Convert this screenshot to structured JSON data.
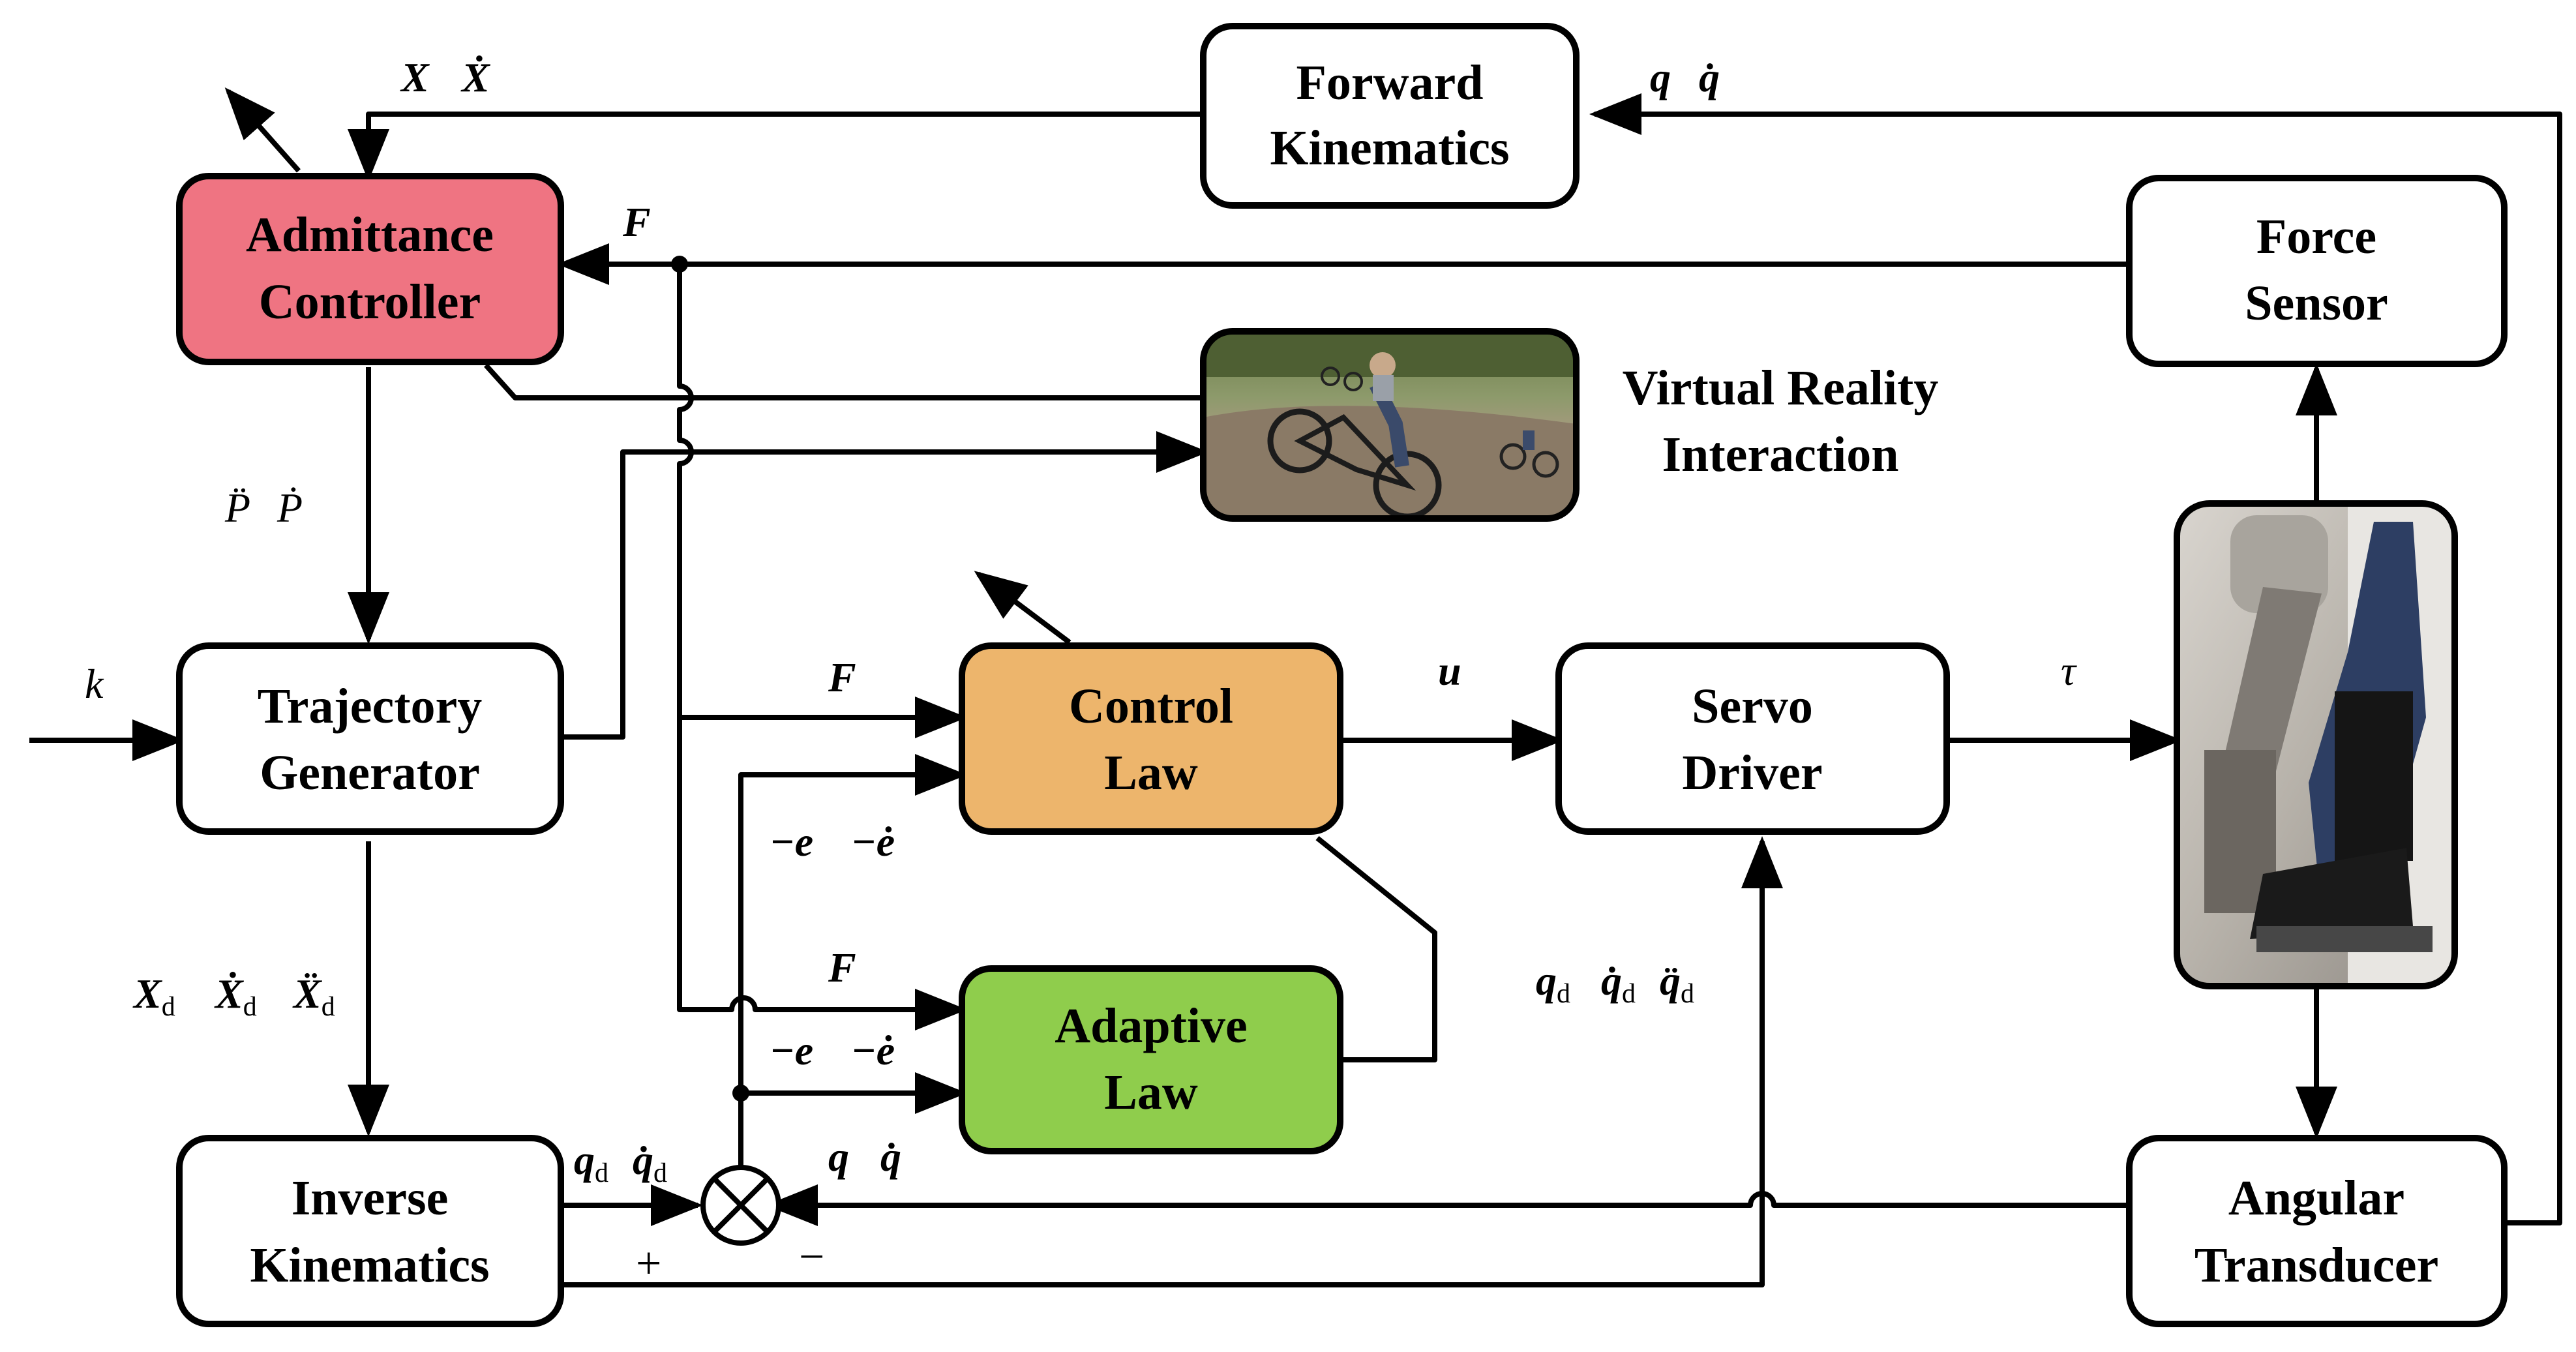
{
  "colors": {
    "admittance": "#ef7482",
    "control": "#edb56c",
    "adaptive": "#8fcd4c",
    "plain": "#ffffff",
    "stroke": "#000000"
  },
  "blocks": {
    "forward_kinematics": [
      "Forward",
      "Kinematics"
    ],
    "admittance_controller": [
      "Admittance",
      "Controller"
    ],
    "force_sensor": [
      "Force",
      "Sensor"
    ],
    "virtual_reality": [
      "Virtual Reality",
      "Interaction"
    ],
    "trajectory_generator": [
      "Trajectory",
      "Generator"
    ],
    "control_law": [
      "Control",
      "Law"
    ],
    "servo_driver": [
      "Servo",
      "Driver"
    ],
    "adaptive_law": [
      "Adaptive",
      "Law"
    ],
    "inverse_kinematics": [
      "Inverse",
      "Kinematics"
    ],
    "angular_transducer": [
      "Angular",
      "Transducer"
    ]
  },
  "signals": {
    "x": "X",
    "x_dot": "Ẋ",
    "q": "q",
    "q_dot": "q̇",
    "f": "F",
    "p_ddot": "P̈",
    "p_dot": "Ṗ",
    "k": "k",
    "u": "u",
    "tau": "τ",
    "neg_e": "−e",
    "neg_e_dot": "−ė",
    "x_d": "X",
    "x_d_dot": "Ẋ",
    "x_d_ddot": "Ẍ",
    "q_d": "q",
    "q_d_dot": "q̇",
    "q_d_ddot": "q̈",
    "sub_d": "d",
    "plus": "+",
    "minus": "−"
  },
  "images": {
    "vr_scene": "vr-cycling-scene",
    "robot_photo": "rehabilitation-robot-photo"
  }
}
